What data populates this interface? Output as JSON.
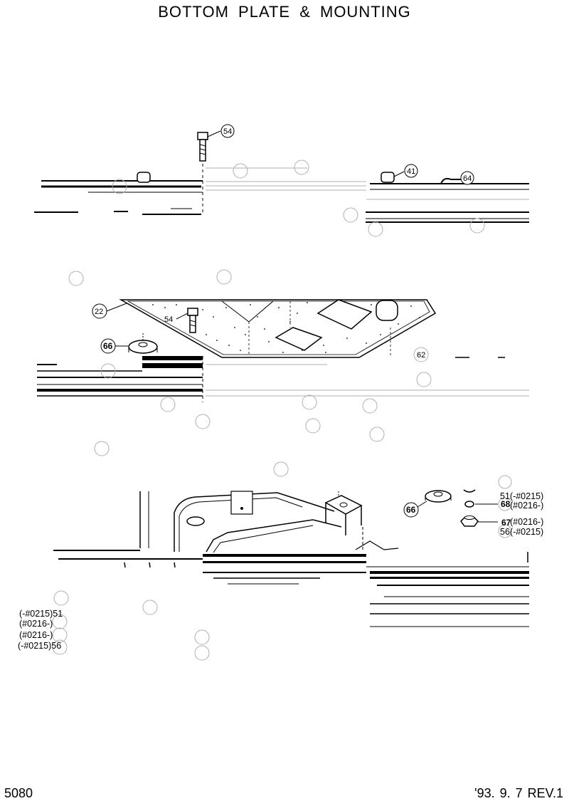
{
  "header": {
    "title": "BOTTOM  PLATE  &  MOUNTING"
  },
  "footer": {
    "page_number": "5080",
    "revision": "'93. 9. 7  REV.1"
  },
  "callouts": {
    "view1_bolt": "54",
    "view1_cap": "41",
    "view1_clip": "64",
    "view2_plate": "22",
    "view2_bolt": "54",
    "view2_washer": "66",
    "view2_right": "62",
    "view3_washer": "66",
    "view3_right_51": "51(-#0215)",
    "view3_right_68": "68",
    "view3_right_68_serial": "(#0216-)",
    "view3_right_67": "67",
    "view3_right_67_serial": "(#0216-)",
    "view3_right_56": "56(-#0215)",
    "view3_left_51": "(-#0215)51",
    "view3_left_51_serial": "(#0216-)",
    "view3_left_56_serial": "(#0216-)",
    "view3_left_56": "(-#0215)56"
  },
  "colors": {
    "ink": "#000000",
    "paper": "#ffffff",
    "faint": "#b0b0b0"
  }
}
